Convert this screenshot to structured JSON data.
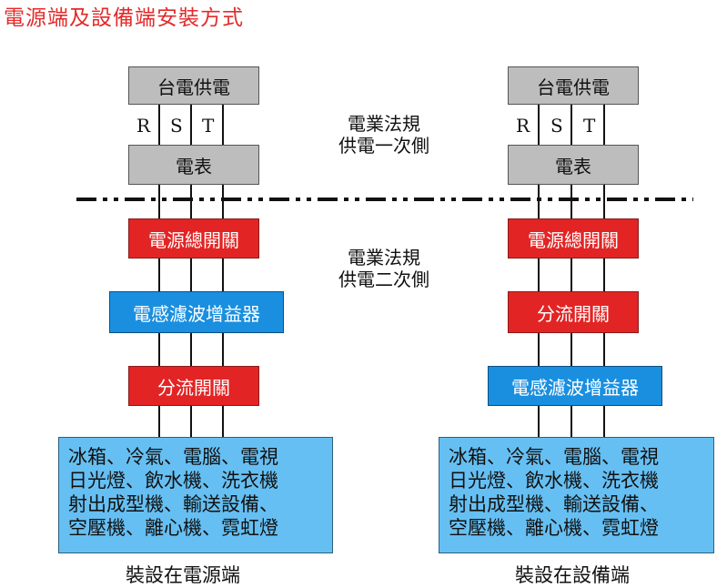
{
  "title": "電源端及設備端安裝方式",
  "left": {
    "supply": "台電供電",
    "phases": [
      "R",
      "S",
      "T"
    ],
    "meter": "電表",
    "main_switch": "電源總開關",
    "filter": "電感濾波增益器",
    "branch_switch": "分流開關",
    "loads": [
      "冰箱、冷氣、電腦、電視",
      "日光燈、飲水機、洗衣機",
      "射出成型機、輸送設備、",
      "空壓機、離心機、霓虹燈"
    ],
    "caption": "裝設在電源端"
  },
  "right": {
    "supply": "台電供電",
    "phases": [
      "R",
      "S",
      "T"
    ],
    "meter": "電表",
    "main_switch": "電源總開關",
    "branch_switch": "分流開關",
    "filter": "電感濾波增益器",
    "loads": [
      "冰箱、冷氣、電腦、電視",
      "日光燈、飲水機、洗衣機",
      "射出成型機、輸送設備、",
      "空壓機、離心機、霓虹燈"
    ],
    "caption": "裝設在設備端"
  },
  "notes": {
    "primary": [
      "電業法規",
      "供電一次側"
    ],
    "secondary": [
      "電業法規",
      "供電二次側"
    ]
  }
}
